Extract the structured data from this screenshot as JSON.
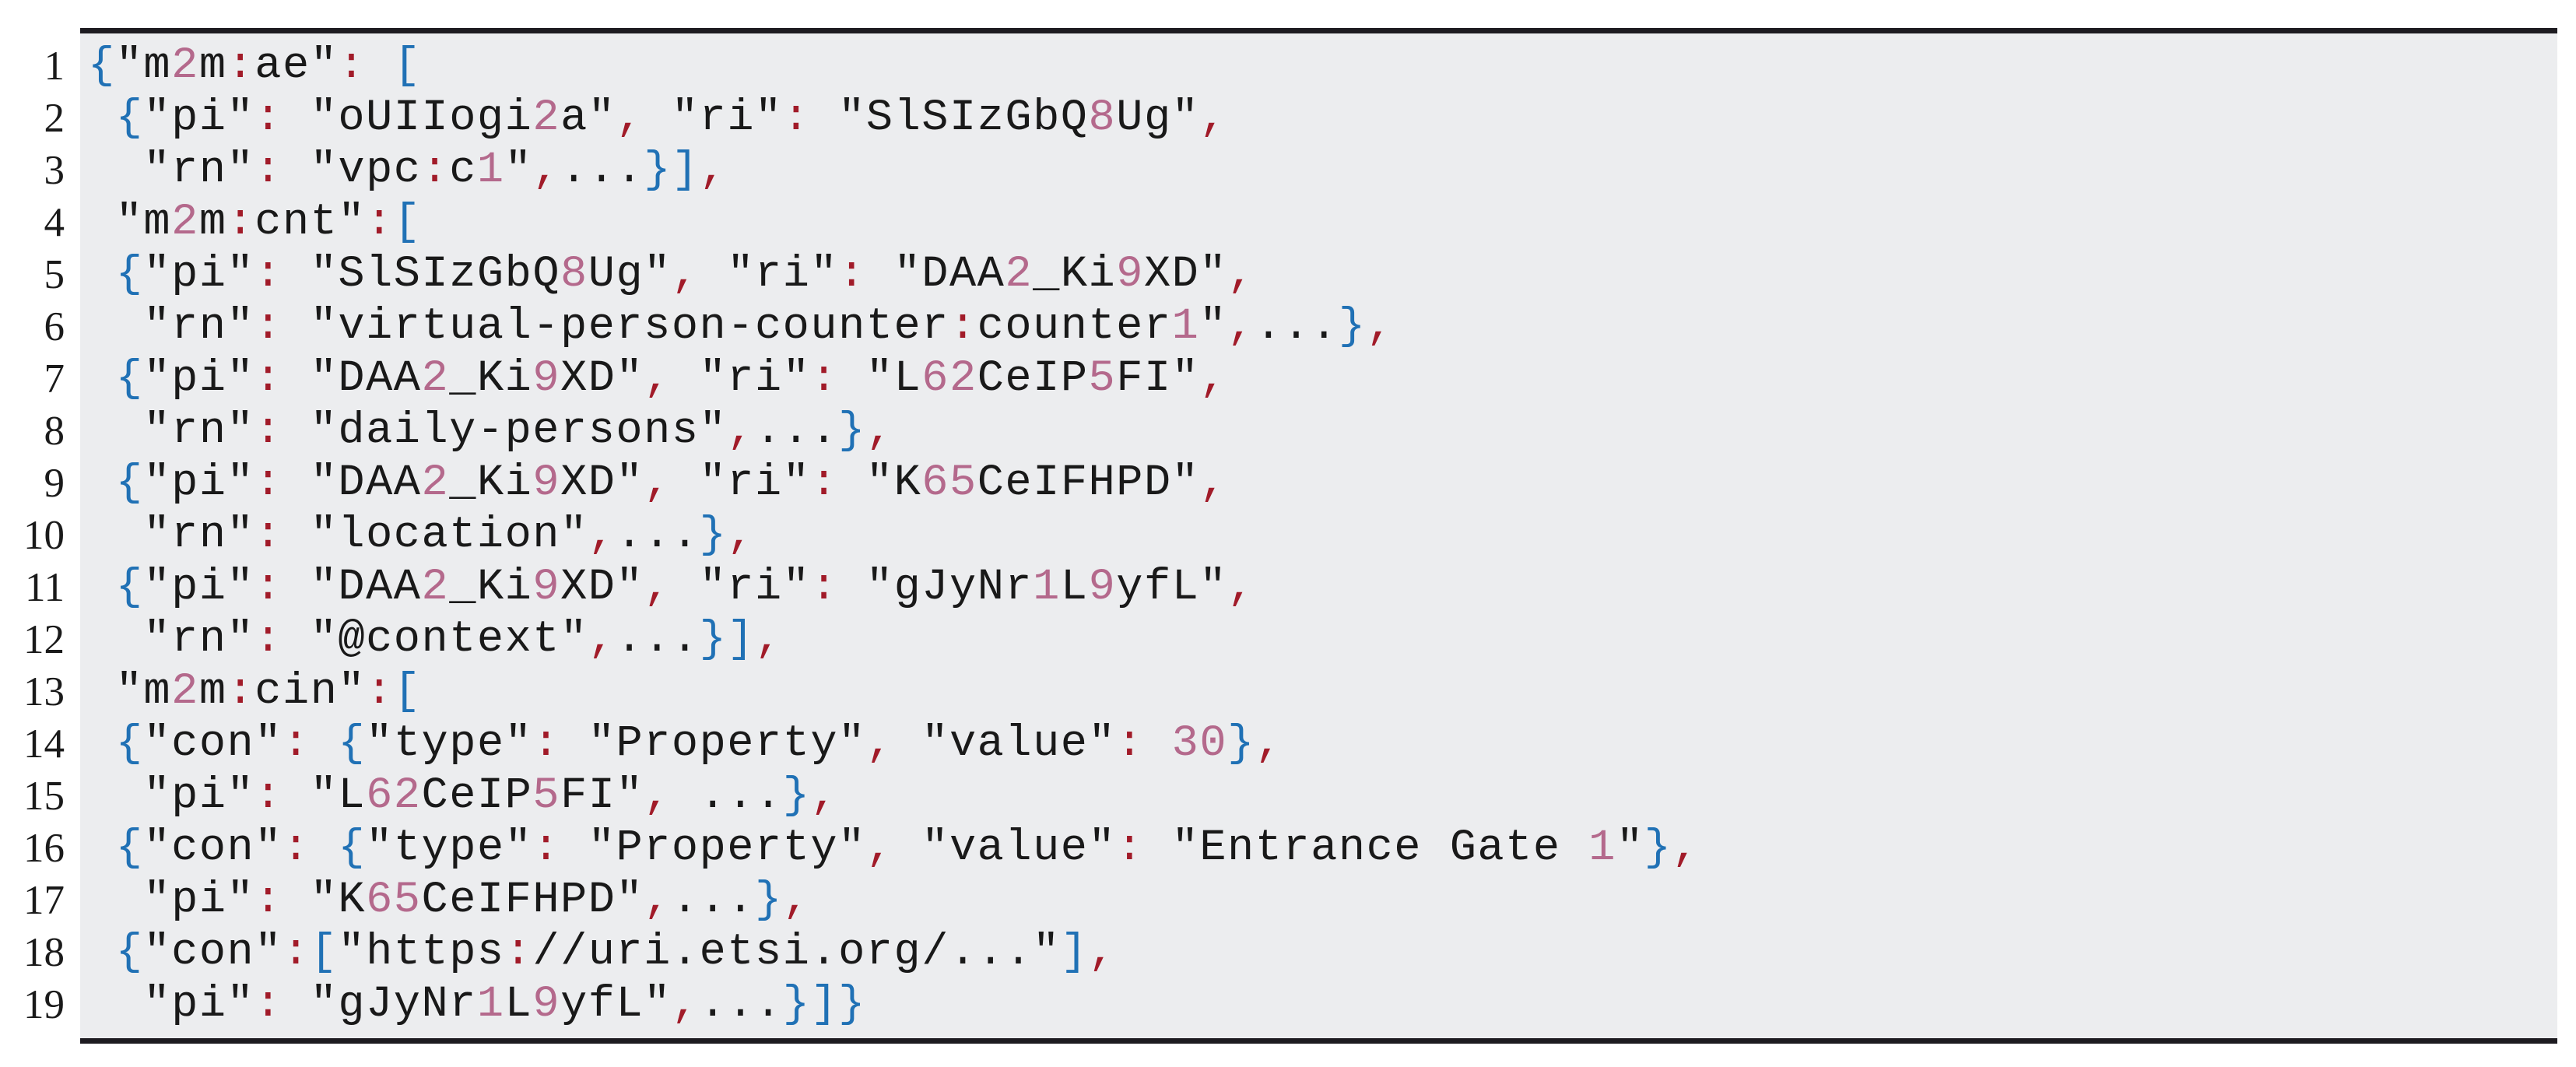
{
  "listing": {
    "kind": "json-code-listing",
    "colors": {
      "background": "#ECEDEF",
      "rule": "#1D1B20",
      "text": "#191919",
      "bracket_blue": "#2071B5",
      "punctuation_red": "#A11B29",
      "digit_mauve": "#B4698C",
      "line_number": "#1A1A1A"
    },
    "lines": [
      {
        "number": 1,
        "code": "{\"m2m:ae\": ["
      },
      {
        "number": 2,
        "code": " {\"pi\": \"oUIIogi2a\", \"ri\": \"SlSIzGbQ8Ug\","
      },
      {
        "number": 3,
        "code": "  \"rn\": \"vpc:c1\",...}],"
      },
      {
        "number": 4,
        "code": " \"m2m:cnt\":["
      },
      {
        "number": 5,
        "code": " {\"pi\": \"SlSIzGbQ8Ug\", \"ri\": \"DAA2_Ki9XD\","
      },
      {
        "number": 6,
        "code": "  \"rn\": \"virtual-person-counter:counter1\",...},"
      },
      {
        "number": 7,
        "code": " {\"pi\": \"DAA2_Ki9XD\", \"ri\": \"L62CeIP5FI\","
      },
      {
        "number": 8,
        "code": "  \"rn\": \"daily-persons\",...},"
      },
      {
        "number": 9,
        "code": " {\"pi\": \"DAA2_Ki9XD\", \"ri\": \"K65CeIFHPD\","
      },
      {
        "number": 10,
        "code": "  \"rn\": \"location\",...},"
      },
      {
        "number": 11,
        "code": " {\"pi\": \"DAA2_Ki9XD\", \"ri\": \"gJyNr1L9yfL\","
      },
      {
        "number": 12,
        "code": "  \"rn\": \"@context\",...}],"
      },
      {
        "number": 13,
        "code": " \"m2m:cin\":["
      },
      {
        "number": 14,
        "code": " {\"con\": {\"type\": \"Property\", \"value\": 30},"
      },
      {
        "number": 15,
        "code": "  \"pi\": \"L62CeIP5FI\", ...},"
      },
      {
        "number": 16,
        "code": " {\"con\": {\"type\": \"Property\", \"value\": \"Entrance Gate 1\"},"
      },
      {
        "number": 17,
        "code": "  \"pi\": \"K65CeIFHPD\",...},"
      },
      {
        "number": 18,
        "code": " {\"con\":[\"https://uri.etsi.org/...\"],"
      },
      {
        "number": 19,
        "code": "  \"pi\": \"gJyNr1L9yfL\",...}]}"
      }
    ]
  }
}
